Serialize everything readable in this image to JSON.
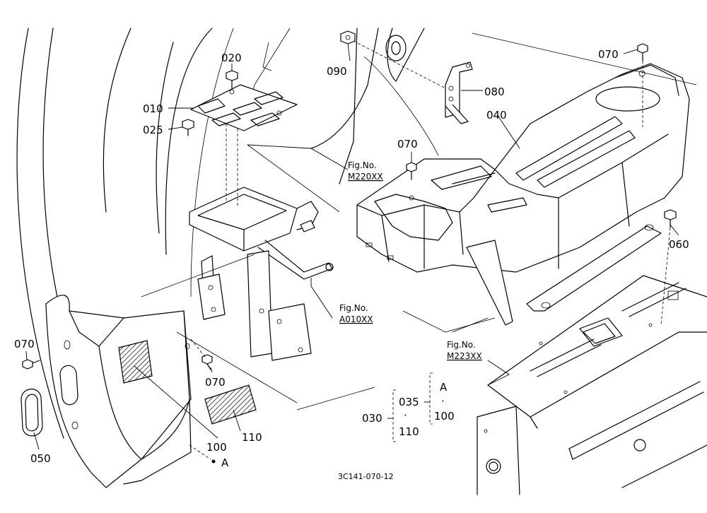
{
  "part_labels": {
    "p010": "010",
    "p020": "020",
    "p025": "025",
    "p040": "040",
    "p050": "050",
    "p060": "060",
    "p070a": "070",
    "p070b": "070",
    "p070c": "070",
    "p070d": "070",
    "p080": "080",
    "p090": "090",
    "p100": "100",
    "p110": "110",
    "mark_a": "A"
  },
  "figure_refs": {
    "m220": {
      "label": "Fig.No.",
      "code": "M220XX"
    },
    "a010": {
      "label": "Fig.No.",
      "code": "A010XX"
    },
    "m223": {
      "label": "Fig.No.",
      "code": "M223XX"
    }
  },
  "kit": {
    "group": "030",
    "item1": "035",
    "item2": "110",
    "sub_a": "A",
    "sub_100": "100",
    "dot": "·"
  },
  "drawing_code": "3C141-070-12"
}
